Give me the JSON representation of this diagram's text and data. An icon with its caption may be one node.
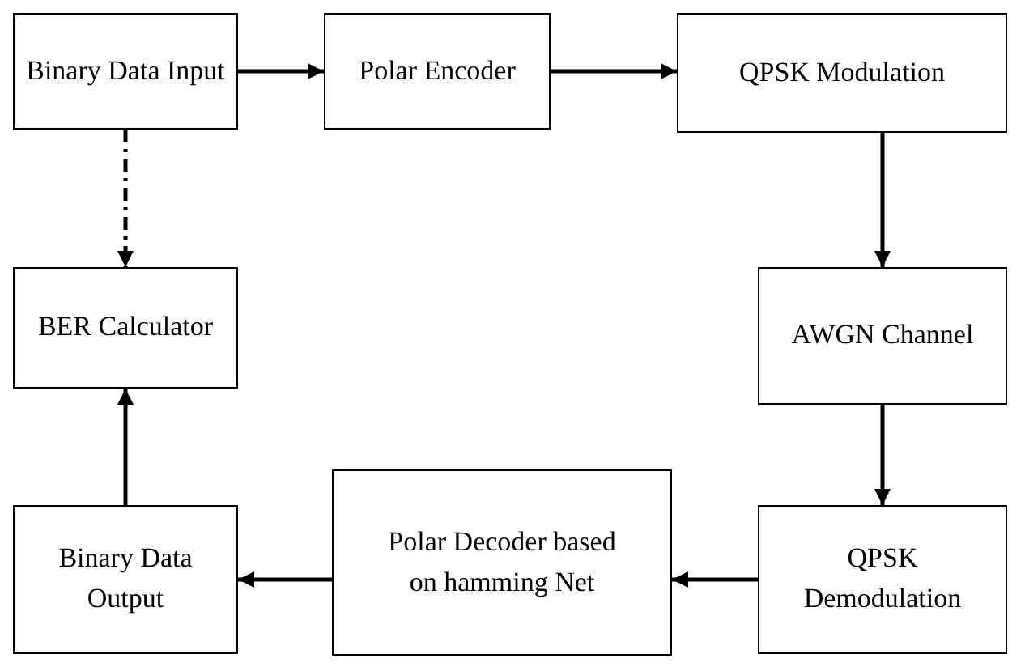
{
  "diagram": {
    "nodes": [
      {
        "text": [
          "Binary Data Input"
        ]
      },
      {
        "text": [
          "Polar Encoder"
        ]
      },
      {
        "text": [
          "QPSK Modulation"
        ]
      },
      {
        "text": [
          "AWGN Channel"
        ]
      },
      {
        "text": [
          "QPSK Demodulation"
        ]
      },
      {
        "text": [
          "Polar Decoder based on hamming Net"
        ]
      },
      {
        "text": [
          "Binary Data Output"
        ]
      },
      {
        "text": [
          "BER Calculator"
        ]
      }
    ],
    "edges": [
      {
        "from": 0,
        "to": 1,
        "arrow": "to"
      },
      {
        "from": 1,
        "to": 2,
        "arrow": "to"
      },
      {
        "from": 2,
        "to": 3,
        "arrow": "to"
      },
      {
        "from": 3,
        "to": 4,
        "arrow": "to"
      },
      {
        "from": 4,
        "to": 5,
        "arrow": "to"
      },
      {
        "from": 5,
        "to": 6,
        "arrow": "to"
      },
      {
        "from": 6,
        "to": 7,
        "arrow": "to"
      },
      {
        "from": 0,
        "to": 7,
        "arrow": "to",
        "style": "dashed"
      }
    ]
  }
}
